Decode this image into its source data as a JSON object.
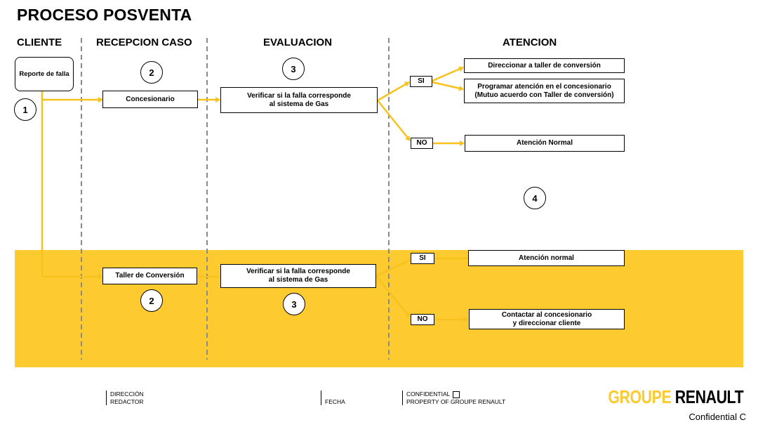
{
  "title": "PROCESO POSVENTA",
  "columns": [
    "CLIENTE",
    "RECEPCION CASO",
    "EVALUACION",
    "ATENCION"
  ],
  "nodes": {
    "reporte": "Reporte de falla",
    "concesionario": "Concesionario",
    "verificar_top": "Verificar si la falla corresponde\nal sistema de Gas",
    "si_top": "SI",
    "no_top": "NO",
    "direccionar": "Direccionar a taller de conversión",
    "programar": "Programar atención en el concesionario\n(Mutuo acuerdo con Taller de conversión)",
    "atencion_normal_top": "Atención Normal",
    "taller": "Taller de Conversión",
    "verificar_bottom": "Verificar si la falla corresponde\nal sistema de Gas",
    "si_bottom": "SI",
    "no_bottom": "NO",
    "atencion_normal_bottom": "Atención normal",
    "contactar": "Contactar al concesionario\ny direccionar cliente"
  },
  "steps": {
    "cliente": "1",
    "recepcion_top": "2",
    "evaluacion_top": "3",
    "atencion": "4",
    "recepcion_bottom": "2",
    "evaluacion_bottom": "3"
  },
  "footer": {
    "direccion": "DIRECCIÓN",
    "redactor": "REDACTOR",
    "fecha": "FECHA",
    "confidential": "CONFIDENTIAL",
    "property": "PROPERTY OF GROUPE RENAULT",
    "logo_groupe": "GROUPE",
    "logo_renault": "RENAULT",
    "classification": "Confidential C"
  },
  "colors": {
    "accent": "#fdca2f",
    "arrow": "#f7c21b",
    "divider": "#8a8a8a"
  }
}
